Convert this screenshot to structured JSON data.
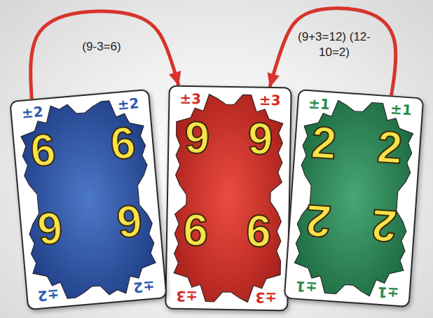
{
  "diagram": {
    "nodes": [
      {
        "text": [
          "±2",
          "±2",
          "6",
          "6",
          "6",
          "6",
          "±2",
          "±2"
        ]
      },
      {
        "text": [
          "±3",
          "±3",
          "9",
          "9",
          "9",
          "9",
          "±3",
          "±3"
        ]
      },
      {
        "text": [
          "±1",
          "±1",
          "2",
          "2",
          "2",
          "2",
          "±1",
          "±1"
        ]
      }
    ],
    "edges": [
      {
        "from": 0,
        "to": 1,
        "arrow": "to",
        "label": "(9-3=6)"
      },
      {
        "from": 2,
        "to": 1,
        "arrow": "to",
        "label": "(9+3=12) (12-10=2)"
      }
    ]
  }
}
